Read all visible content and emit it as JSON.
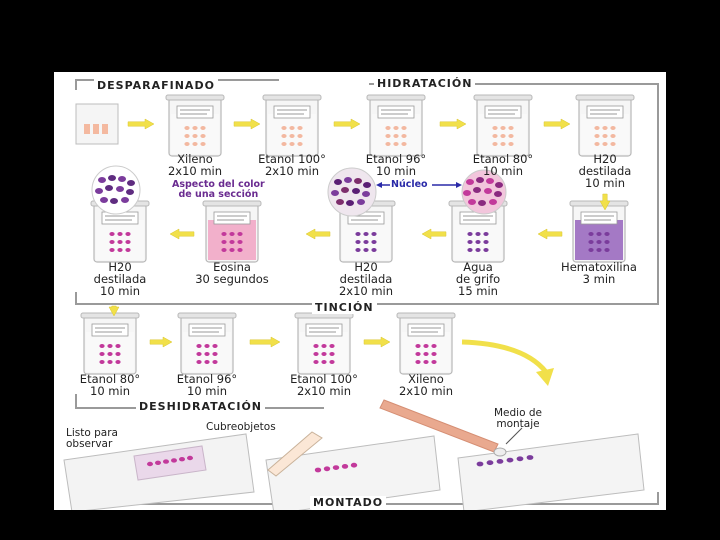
{
  "sections": {
    "desparafinado": "DESPARAFINADO",
    "hidratacion": "HIDRATACIÓN",
    "tincion": "TINCIÓN",
    "deshidratacion": "DESHIDRATACIÓN",
    "montado": "MONTADO"
  },
  "steps": {
    "xileno_1": "Xileno\n2x10 min",
    "etanol100_1": "Etanol 100°\n2x10 min",
    "etanol96_1": "Etanol 96°\n10 min",
    "etanol80_1": "Etanol 80°\n10 min",
    "h2o_1": "H20\ndestilada\n10 min",
    "hematoxilina": "Hematoxilina\n3 min",
    "agua_grifo": "Agua\nde grifo\n15 min",
    "h2o_2": "H20\ndestilada\n2x10 min",
    "eosina": "Eosina\n30 segundos",
    "h2o_3": "H20\ndestilada\n10 min",
    "etanol80_2": "Etanol 80°\n10 min",
    "etanol96_2": "Etanol 96°\n10 min",
    "etanol100_2": "Etanol 100°\n2x10 min",
    "xileno_2": "Xileno\n2x10 min"
  },
  "annotations": {
    "aspecto": "Aspecto del color\nde una sección",
    "nucleo": "Núcleo",
    "listo": "Listo para\nobservar",
    "cubreobjetos": "Cubreobjetos",
    "medio": "Medio de\nmontaje"
  },
  "colors": {
    "border": "#9a9a9a",
    "arrow": "#f1e04a",
    "hematoxilina": "#9b6bc0",
    "eosina": "#f2a8c6",
    "dots_purple": "#7b3c9c",
    "dots_magenta": "#c2399b",
    "annotation_purple": "#6a2b90",
    "annotation_blue": "#2a2aa8",
    "medium_arrow": "#e9a98f"
  }
}
